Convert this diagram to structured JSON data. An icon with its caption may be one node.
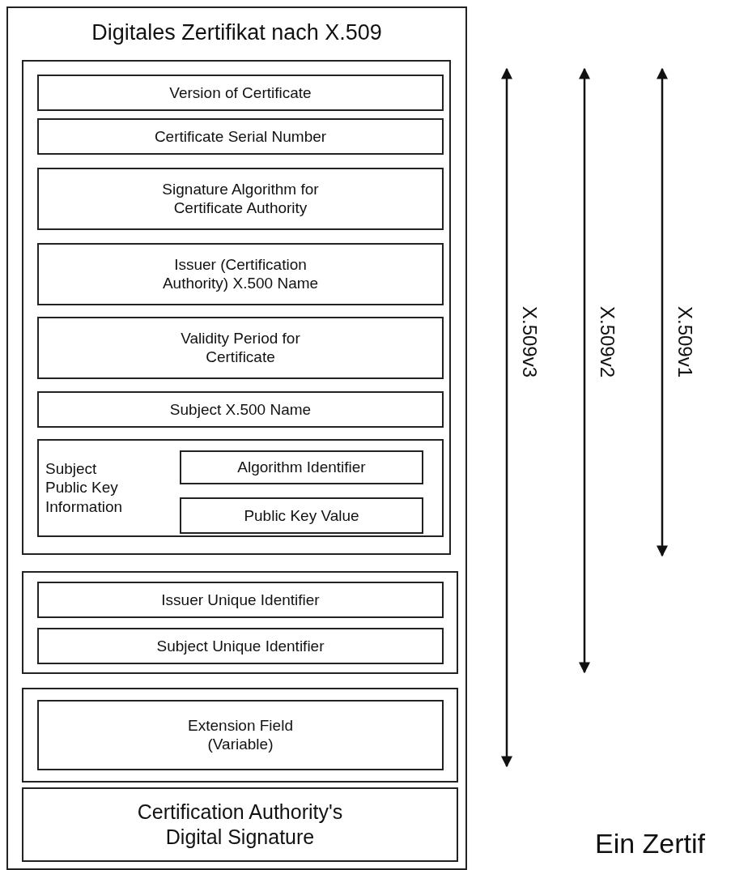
{
  "diagram": {
    "nodes": [
      {
        "text": [
          "Digitales Zertifikat nach X.509"
        ]
      },
      {
        "text": [],
        "shape": "box",
        "in": 0
      },
      {
        "text": [
          "Version of Certificate"
        ],
        "in": 1
      },
      {
        "text": [
          "Certificate Serial Number"
        ],
        "in": 1
      },
      {
        "text": [
          "Signature Algorithm for Certificate Authority"
        ],
        "in": 1
      },
      {
        "text": [
          "Issuer (Certification Authority) X.500 Name"
        ],
        "in": 1
      },
      {
        "text": [
          "Validity Period for Certificate"
        ],
        "in": 1
      },
      {
        "text": [
          "Subject X.500 Name"
        ],
        "in": 1
      },
      {
        "text": [
          "Subject Public Key Information"
        ],
        "in": 1
      },
      {
        "text": [
          "Algorithm Identifier"
        ],
        "in": 8
      },
      {
        "text": [
          "Public Key Value"
        ],
        "in": 8
      },
      {
        "text": [],
        "shape": "box",
        "in": 0
      },
      {
        "text": [
          "Issuer Unique Identifier"
        ],
        "in": 11
      },
      {
        "text": [
          "Subject Unique Identifier"
        ],
        "in": 11
      },
      {
        "text": [],
        "shape": "box",
        "in": 0
      },
      {
        "text": [
          "Extension Field (Variable)"
        ],
        "in": 14
      },
      {
        "text": [
          "Certification Authority's Digital Signature"
        ],
        "in": 0
      }
    ],
    "edges": [],
    "labels": [
      "X.509v3",
      "X.509v2",
      "X.509v1",
      "Ein Zertif"
    ]
  }
}
